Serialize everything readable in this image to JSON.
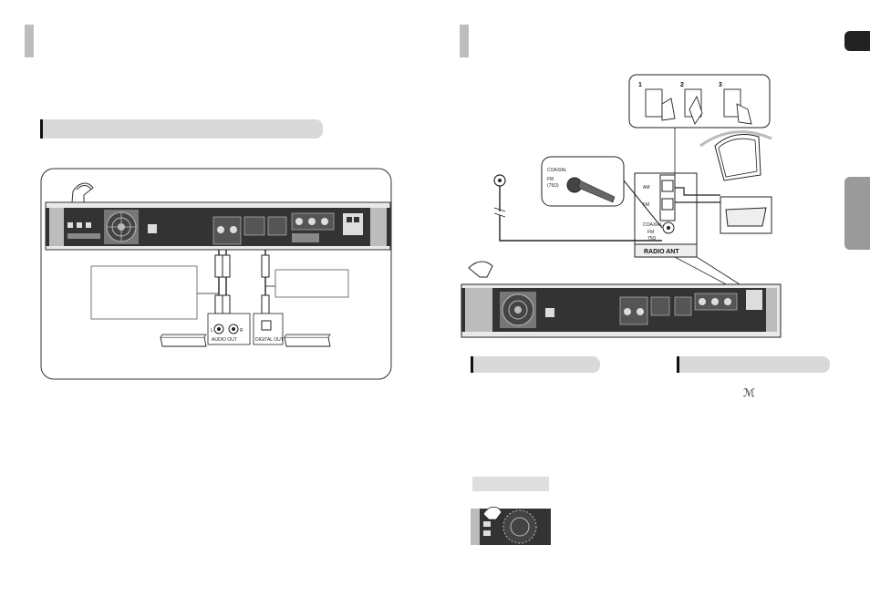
{
  "left_page": {
    "diagram": {
      "port_labels": {
        "audio_out": "AUDIO OUT",
        "digital_out": "DIGITAL OUT",
        "l": "L",
        "r": "R"
      }
    }
  },
  "right_page": {
    "antenna_steps": [
      "1",
      "2",
      "3"
    ],
    "antenna_panel": {
      "title": "RADIO ANT",
      "am_label": "AM",
      "fm_label": "FM",
      "coaxial_label": "COAXIAL",
      "fm_impedance_label": "FM",
      "fm_impedance_value": "75Ω"
    },
    "callout": {
      "coaxial_label": "COAXIAL",
      "fm_label": "FM",
      "fm_value": "(75Ω)"
    },
    "section_mark_glyph": "ℳ"
  },
  "colors": {
    "tab_grey": "#bdbdbd",
    "bar_grey": "#d9d9d9",
    "lang_tab": "#222222",
    "side_tab": "#9a9a9a"
  },
  "icons": [
    "hand-icon",
    "fan-icon",
    "antenna-loop-icon",
    "fm-connector-icon",
    "cable-icon"
  ]
}
